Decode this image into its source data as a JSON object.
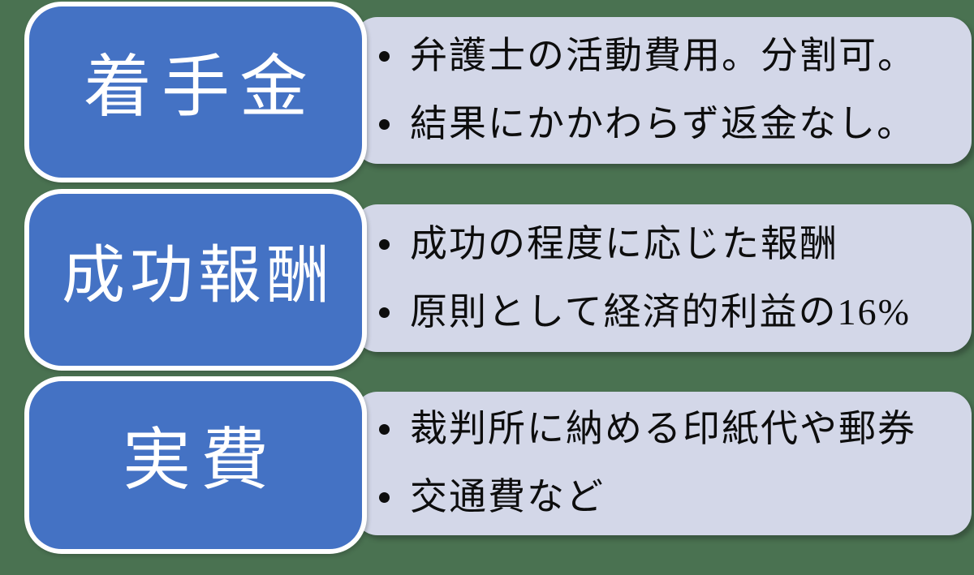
{
  "diagram": {
    "type": "vertical-list-smartart",
    "colors": {
      "background": "#4A7251",
      "category_box_fill": "#4472C4",
      "category_box_border": "#FFFFFF",
      "description_panel_fill": "#D3D7E8",
      "title_text": "#FFFFFF",
      "bullet_text": "#0D0D0D"
    },
    "rows": [
      {
        "title": "着手金",
        "bullets": [
          "弁護士の活動費用。分割可。",
          "結果にかかわらず返金なし。"
        ]
      },
      {
        "title": "成功報酬",
        "bullets": [
          "成功の程度に応じた報酬",
          "原則として経済的利益の16%"
        ]
      },
      {
        "title": "実費",
        "bullets": [
          "裁判所に納める印紙代や郵券",
          "交通費など"
        ]
      }
    ]
  }
}
